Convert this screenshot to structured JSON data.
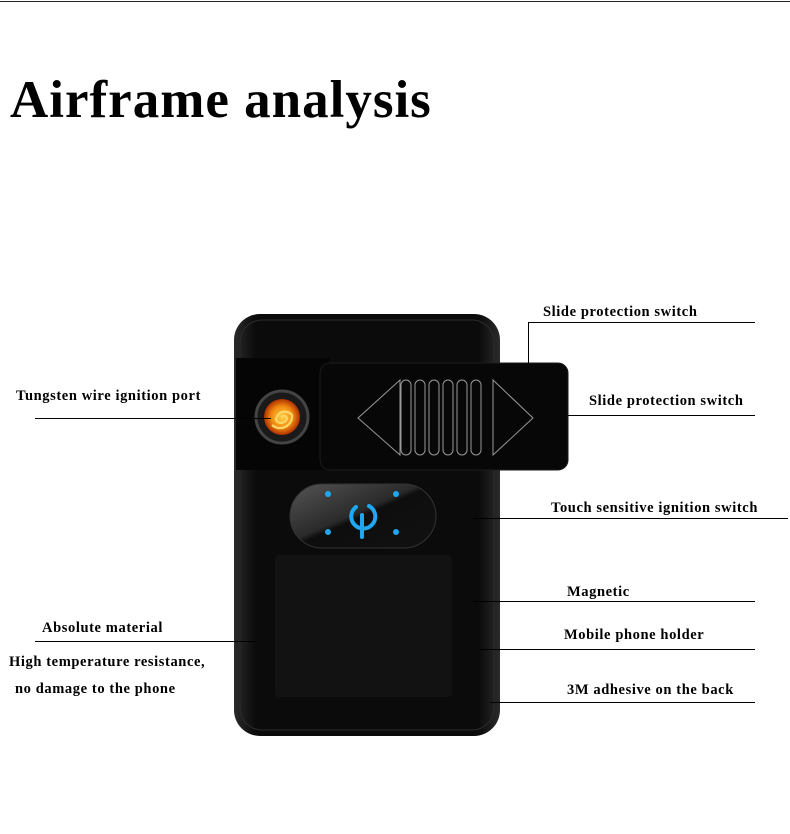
{
  "title": "Airframe analysis",
  "labels": {
    "slide_top": "Slide protection switch",
    "slide_right": "Slide protection switch",
    "tungsten": "Tungsten wire ignition port",
    "touch": "Touch sensitive ignition switch",
    "magnetic": "Magnetic",
    "absolute": "Absolute material",
    "holder": "Mobile phone holder",
    "resistance_1": "High temperature resistance,",
    "resistance_2": "no damage to the phone",
    "adhesive": "3M adhesive on the back"
  },
  "colors": {
    "igniter": "#f5a21a",
    "touch_glow": "#1fa8f0",
    "body": "#0a0a0a"
  }
}
